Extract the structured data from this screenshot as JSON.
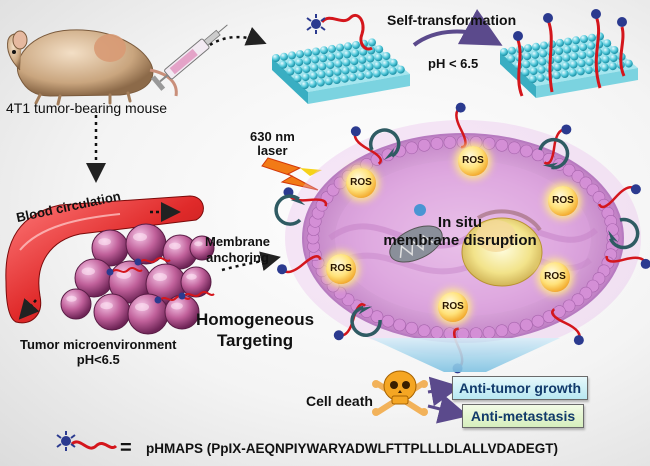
{
  "labels": {
    "mouse": "4T1 tumor-bearing mouse",
    "self_transformation": "Self-transformation",
    "ph_top": "pH < 6.5",
    "laser_line1": "630 nm",
    "laser_line2": "laser",
    "blood_circulation": "Blood circulation",
    "membrane_line1": "Membrane",
    "membrane_line2": "anchoring",
    "in_situ_line1": "In situ",
    "in_situ_line2": "membrane disruption",
    "ros": "ROS",
    "homogeneous_line1": "Homogeneous",
    "homogeneous_line2": "Targeting",
    "tumor_line1": "Tumor microenvironment",
    "tumor_line2": "pH<6.5",
    "cell_death": "Cell death",
    "anti_tumor": "Anti-tumor growth",
    "anti_metastasis": "Anti-metastasis",
    "equals": "=",
    "legend": "pHMAPS (PpIX-AEQNPIYWARYADWLFTTPLLLDLALLVDADEGT)"
  },
  "colors": {
    "peptide": "#d4161c",
    "porphyrin": "#2b3a8f",
    "membrane": "#4fc7d9",
    "cell": "#d69ad8",
    "vessel": "#e43a3a",
    "tumor_cells": "#b9508f",
    "laser": "#f27a16",
    "arrow": "#2f5b63",
    "funnel": "#9fd3ea"
  },
  "icons": [
    "mouse-icon",
    "syringe-icon",
    "lightning-icon",
    "skull-crossbones-icon",
    "mitochondrion-icon",
    "nucleus-icon"
  ]
}
